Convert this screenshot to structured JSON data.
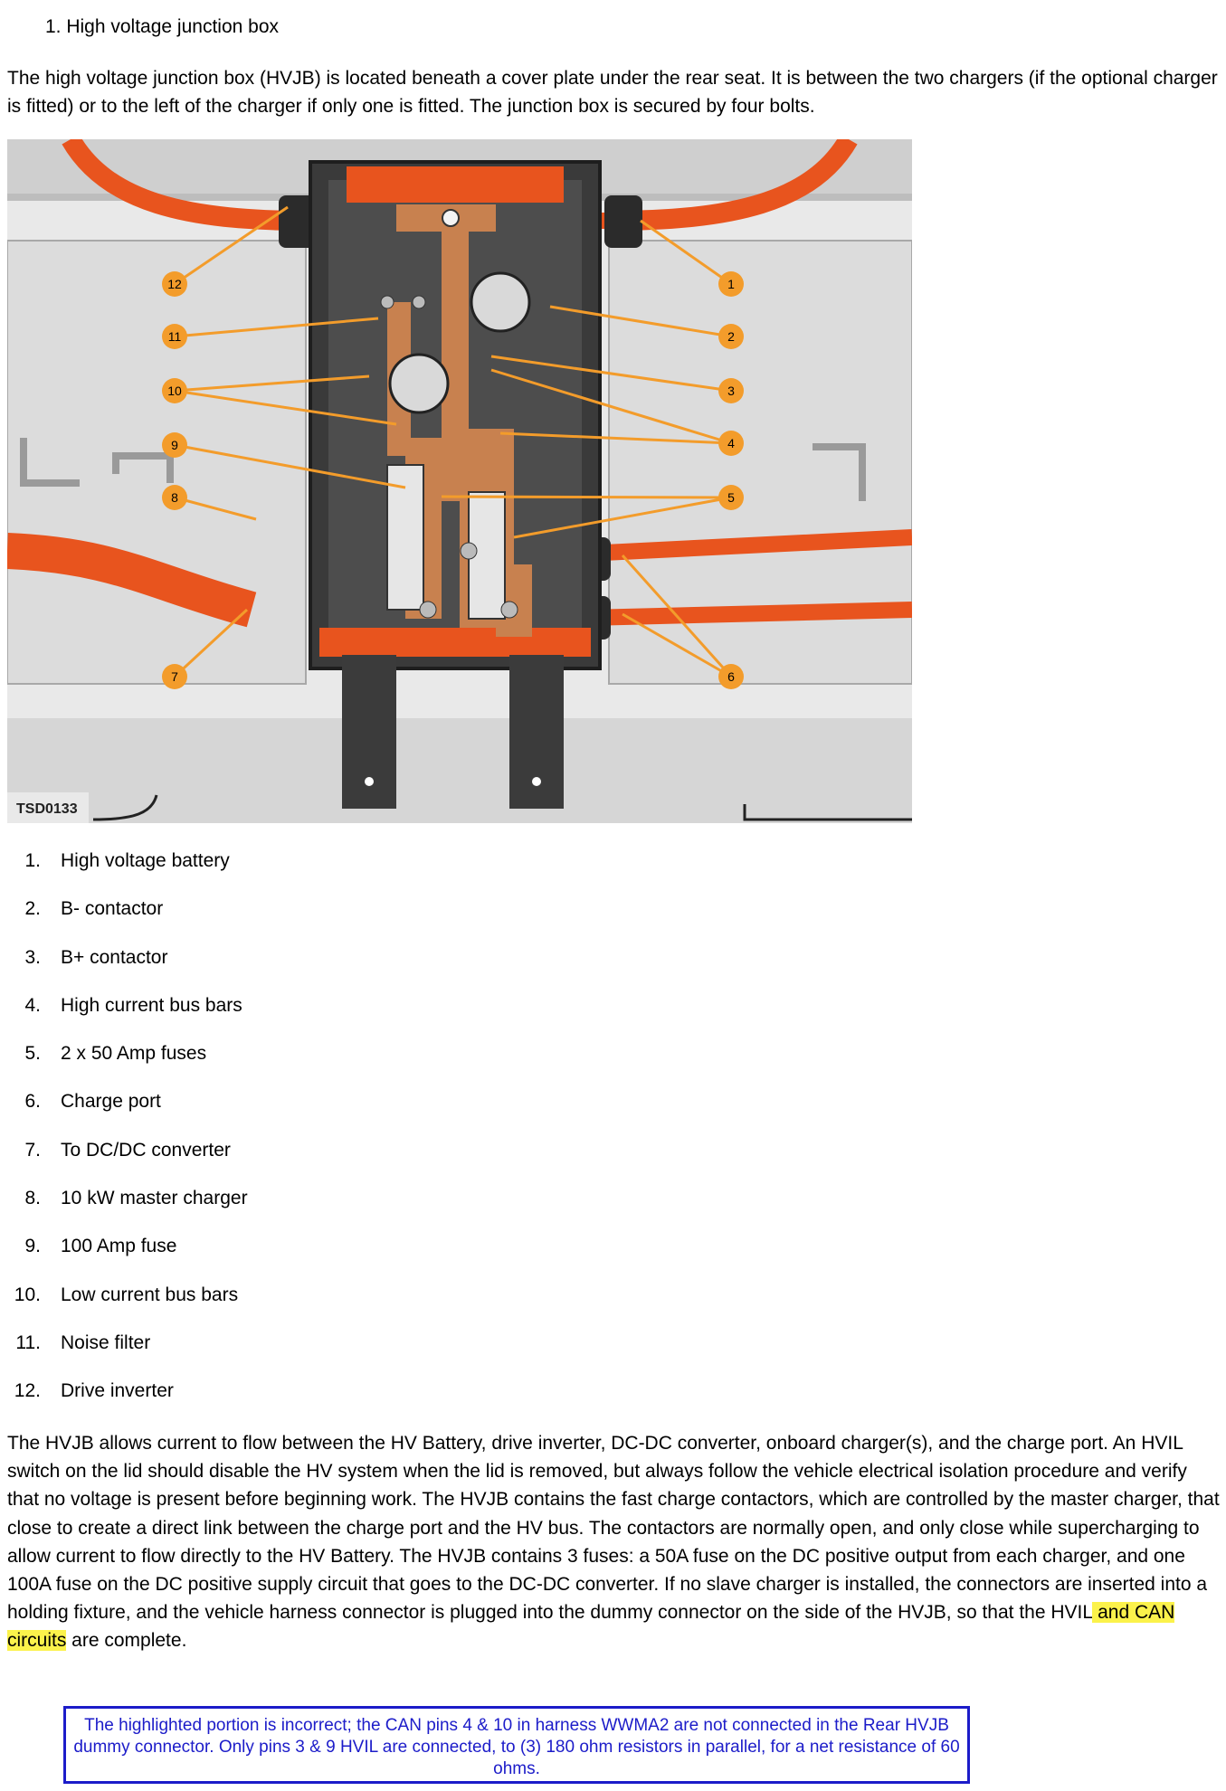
{
  "heading": "1. High voltage junction box",
  "intro": "The high voltage junction box (HVJB) is located beneath a cover plate under the rear seat. It is between the two chargers (if the optional charger is fitted) or to the left of the charger if only one is fitted. The junction box is secured by four bolts.",
  "figure": {
    "label": "TSD0133",
    "callouts": [
      "1",
      "2",
      "3",
      "4",
      "5",
      "6",
      "7",
      "8",
      "9",
      "10",
      "11",
      "12"
    ],
    "colors": {
      "callout": "#f39c2b",
      "cable": "#e8541e",
      "busbar": "#c8814f",
      "panel": "#dcdcdc"
    }
  },
  "legend": [
    {
      "num": "1.",
      "text": "High voltage battery"
    },
    {
      "num": "2.",
      "text": "B- contactor"
    },
    {
      "num": "3.",
      "text": "B+ contactor"
    },
    {
      "num": "4.",
      "text": "High current bus bars"
    },
    {
      "num": "5.",
      "text": "2 x 50 Amp fuses"
    },
    {
      "num": "6.",
      "text": "Charge port"
    },
    {
      "num": "7.",
      "text": "To DC/DC converter"
    },
    {
      "num": "8.",
      "text": "10 kW master charger"
    },
    {
      "num": "9.",
      "text": "100 Amp fuse"
    },
    {
      "num": "10.",
      "text": "Low current bus bars"
    },
    {
      "num": "11.",
      "text": "Noise filter"
    },
    {
      "num": "12.",
      "text": "Drive inverter"
    }
  ],
  "body": {
    "main": "The HVJB allows current to flow between the HV Battery, drive inverter, DC-DC converter, onboard charger(s), and the charge port. An HVIL switch on the lid should disable the HV system when the lid is removed, but always follow the vehicle electrical isolation procedure and verify that no voltage is present before beginning work. The HVJB contains the fast charge contactors, which are controlled by the master charger, that close to create a direct link between the charge port and the HV bus. The contactors are normally open, and only close while supercharging to allow current to flow directly to the HV Battery. The HVJB contains 3 fuses: a 50A fuse on the DC positive output from each charger, and one 100A fuse on the DC positive supply circuit that goes to the DC-DC converter. If no slave charger is installed, the connectors are inserted into a holding fixture, and the vehicle harness connector is plugged into the dummy connector on the side of the HVJB, so that the HVIL",
    "highlighted": " and CAN circuits",
    "tail": " are complete."
  },
  "note": "The  highlighted portion is incorrect; the CAN pins 4 & 10 in harness WWMA2 are not connected in the Rear HVJB dummy connector.  Only pins 3 & 9 HVIL are connected, to (3) 180 ohm resistors in parallel, for a net resistance of 60 ohms."
}
